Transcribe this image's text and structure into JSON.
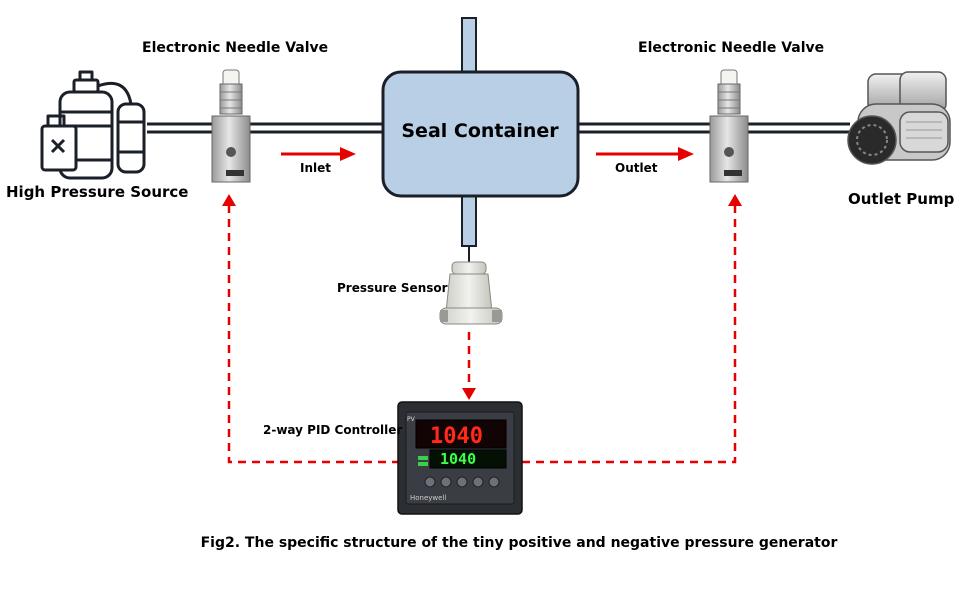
{
  "components": {
    "left_valve_label": "Electronic Needle Valve",
    "right_valve_label": "Electronic Needle Valve",
    "source_label": "High Pressure Source",
    "container_label": "Seal Container",
    "pump_label": "Outlet Pump",
    "sensor_label": "Pressure Sensor",
    "controller_label": "2-way PID Controller"
  },
  "flows": {
    "inlet_label": "Inlet",
    "outlet_label": "Outlet"
  },
  "controller_display": {
    "pv_tag": "PV",
    "pv_value": "1040",
    "sv_value": "1040",
    "brand": "Honeywell"
  },
  "caption": "Fig2. The specific structure of the tiny positive and negative pressure generator",
  "colors": {
    "container_fill": "#b8cfe6",
    "pipe": "#1a1f28",
    "signal_line": "#e60000",
    "flow_arrow": "#e60000"
  }
}
